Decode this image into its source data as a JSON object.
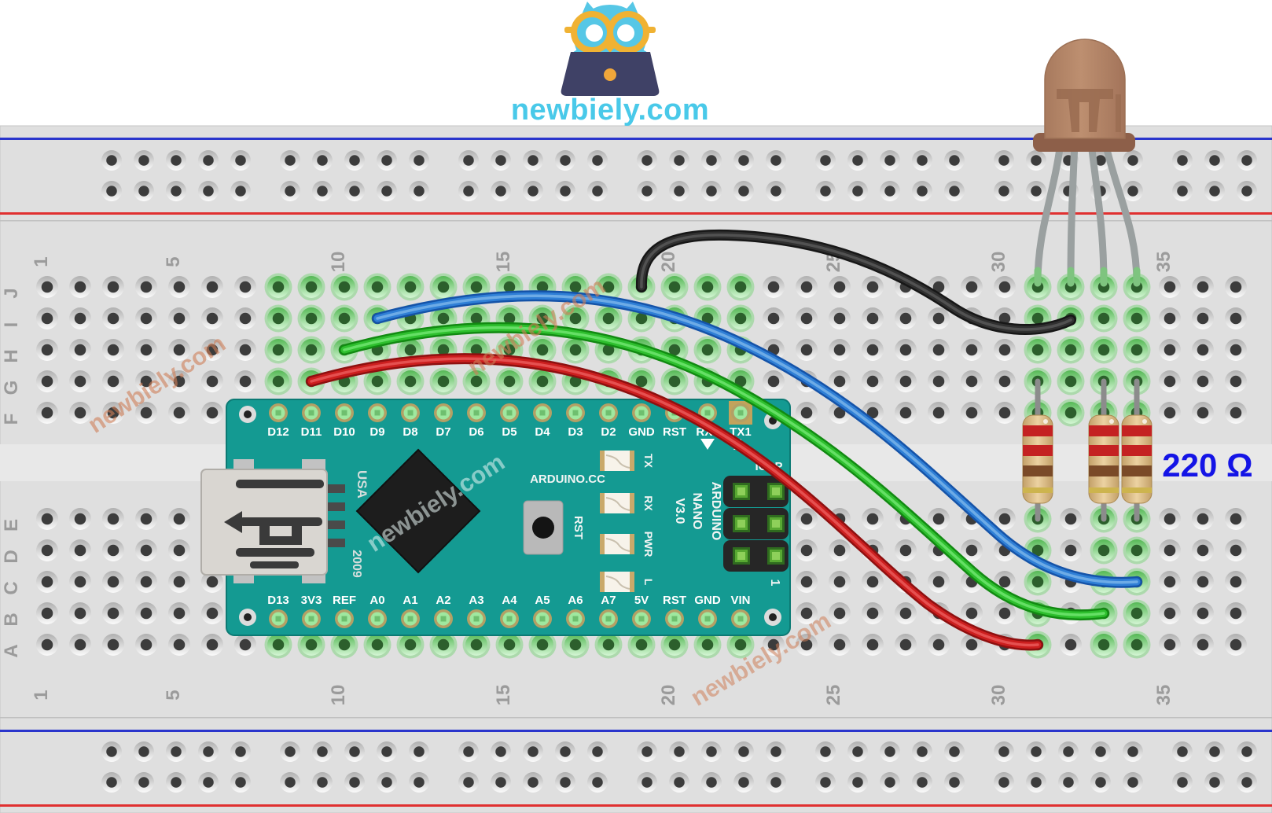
{
  "logo": {
    "site": "newbiely.com"
  },
  "watermark": {
    "text": "newbiely.com"
  },
  "annotation": {
    "resistor_value": "220 Ω",
    "color": "#1414e6"
  },
  "breadboard": {
    "column_numbers": [
      "1",
      "5",
      "10",
      "15",
      "20",
      "25",
      "30",
      "35"
    ],
    "row_letters_top": [
      "J",
      "I",
      "H",
      "G",
      "F"
    ],
    "row_letters_bottom": [
      "E",
      "D",
      "C",
      "B",
      "A"
    ],
    "negative_rail_color": "#2a35cc",
    "positive_rail_color": "#e03030"
  },
  "arduino": {
    "top_pins": [
      "D12",
      "D11",
      "D10",
      "D9",
      "D8",
      "D7",
      "D6",
      "D5",
      "D4",
      "D3",
      "D2",
      "GND",
      "RST",
      "RX0",
      "TX1"
    ],
    "bottom_pins": [
      "D13",
      "3V3",
      "REF",
      "A0",
      "A1",
      "A2",
      "A3",
      "A4",
      "A5",
      "A6",
      "A7",
      "5V",
      "RST",
      "GND",
      "VIN"
    ],
    "brand_text": "ARDUINO.CC",
    "model_lines": [
      "ARDUINO",
      "NANO",
      "V3.0"
    ],
    "usa_text": "USA",
    "year_text": "2009",
    "reset_label": "RST",
    "status_led_labels": [
      "TX",
      "RX",
      "PWR",
      "L"
    ],
    "icsp_label": "ICSP",
    "pin_one_label": "1",
    "board_color": "#149a92"
  },
  "components": {
    "rgb_led": {
      "body_color": "#b5886a"
    },
    "resistors": {
      "count": 3,
      "body_color": "#dfc091",
      "band_colors": [
        "#c42222",
        "#c42222",
        "#7a4a28",
        "#cdb44e"
      ]
    }
  },
  "wires": [
    {
      "id": "gnd-wire",
      "color": "#303030"
    },
    {
      "id": "blue-wire",
      "color": "#2f7fd6"
    },
    {
      "id": "green-wire",
      "color": "#2ebf2e"
    },
    {
      "id": "red-wire",
      "color": "#cc1f1f"
    }
  ]
}
